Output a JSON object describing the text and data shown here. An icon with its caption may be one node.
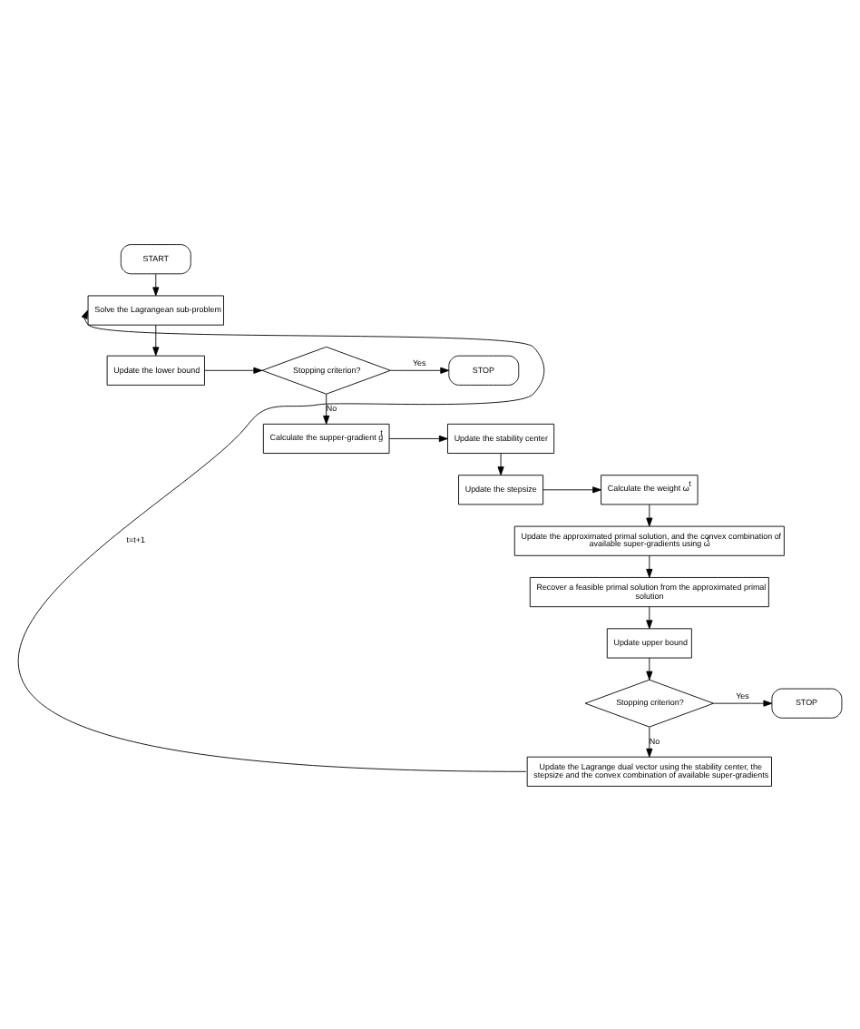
{
  "diagram": {
    "nodes": [
      {
        "text": [
          "START"
        ]
      },
      {
        "text": [
          "Solve the Lagrangean sub-problem"
        ]
      },
      {
        "text": [
          "Update the lower bound"
        ]
      },
      {
        "text": [
          "Stopping criterion?"
        ]
      },
      {
        "text": [
          "STOP"
        ]
      },
      {
        "text": [
          "Calculate the supper-gradient g$^{t}$"
        ]
      },
      {
        "text": [
          "Update the stability center"
        ]
      },
      {
        "text": [
          "Update the stepsize"
        ]
      },
      {
        "text": [
          "Calculate the weight ω$^{t}$"
        ]
      },
      {
        "text": [
          "Update the approximated primal solution, and the convex combination of available super-gradients using ω$^{t}$"
        ]
      },
      {
        "text": [
          "Recover a feasible primal solution from the approximated primal solution"
        ]
      },
      {
        "text": [
          "Update upper bound"
        ]
      },
      {
        "text": [
          "Stopping criterion?"
        ]
      },
      {
        "text": [
          "STOP"
        ]
      },
      {
        "text": [
          "Update the Lagrange dual vector using the stability center, the stepsize and the convex combination of available super-gradients"
        ]
      }
    ],
    "edges": [
      {
        "from": 0,
        "to": 1,
        "arrow": "to"
      },
      {
        "from": 1,
        "to": 2,
        "arrow": "to"
      },
      {
        "from": 2,
        "to": 3,
        "arrow": "to"
      },
      {
        "from": 3,
        "to": 4,
        "arrow": "to",
        "label": "Yes"
      },
      {
        "from": 3,
        "to": 5,
        "arrow": "to",
        "label": "No"
      },
      {
        "from": 5,
        "to": 6,
        "arrow": "to"
      },
      {
        "from": 6,
        "to": 7,
        "arrow": "to"
      },
      {
        "from": 7,
        "to": 8,
        "arrow": "to"
      },
      {
        "from": 8,
        "to": 9,
        "arrow": "to"
      },
      {
        "from": 9,
        "to": 10,
        "arrow": "to"
      },
      {
        "from": 10,
        "to": 11,
        "arrow": "to"
      },
      {
        "from": 11,
        "to": 12,
        "arrow": "to"
      },
      {
        "from": 12,
        "to": 13,
        "arrow": "to",
        "label": "Yes"
      },
      {
        "from": 12,
        "to": 14,
        "arrow": "to",
        "label": "No"
      },
      {
        "from": 14,
        "to": 1,
        "arrow": "to",
        "label": "t=t+1"
      }
    ]
  }
}
